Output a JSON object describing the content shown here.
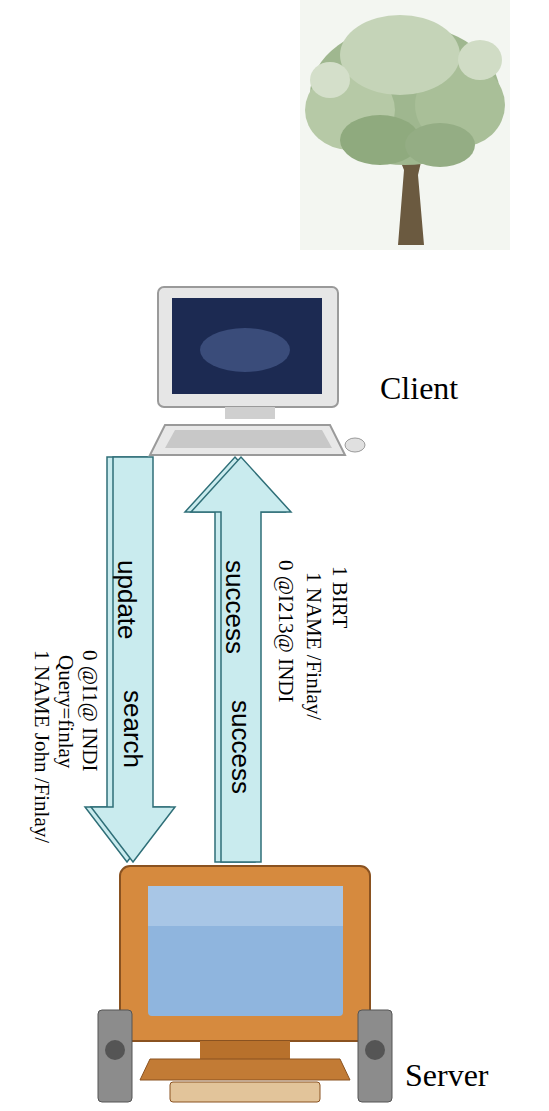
{
  "diagram": {
    "nodes": [
      {
        "text": [
          "Client"
        ]
      },
      {
        "text": [
          "Server"
        ]
      }
    ],
    "edges": [
      {
        "from": 0,
        "to": 1,
        "arrow": "to",
        "label": "update"
      },
      {
        "from": 0,
        "to": 1,
        "arrow": "to",
        "label": "search"
      },
      {
        "from": 1,
        "to": 0,
        "arrow": "to",
        "label": "success"
      },
      {
        "from": 1,
        "to": 0,
        "arrow": "to",
        "label": "success"
      }
    ],
    "labels": [
      "0 @I1@ INDI",
      "Query=finlay",
      "1 NAME John /Finlay/",
      "0 @I213@ INDI",
      "1 NAME /Finlay/",
      "1 BIRT"
    ]
  }
}
